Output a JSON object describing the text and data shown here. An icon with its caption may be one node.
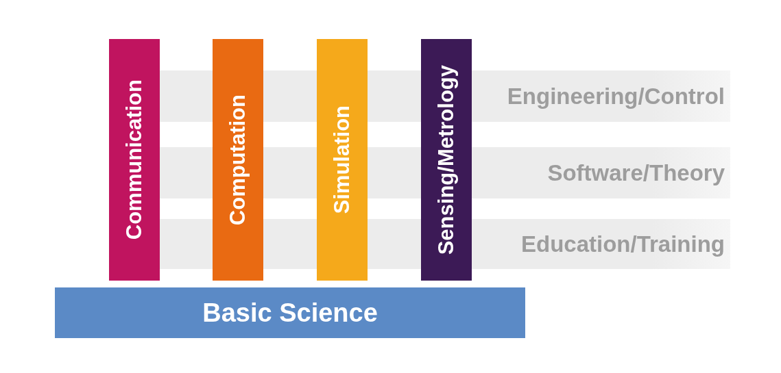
{
  "diagram": {
    "nodes": [
      {
        "text": [
          "Communication"
        ]
      },
      {
        "text": [
          "Computation"
        ]
      },
      {
        "text": [
          "Simulation"
        ]
      },
      {
        "text": [
          "Sensing/Metrology"
        ]
      },
      {
        "text": [
          "Engineering/Control"
        ]
      },
      {
        "text": [
          "Software/Theory"
        ]
      },
      {
        "text": [
          "Education/Training"
        ]
      },
      {
        "text": [
          "Basic Science"
        ]
      }
    ]
  }
}
